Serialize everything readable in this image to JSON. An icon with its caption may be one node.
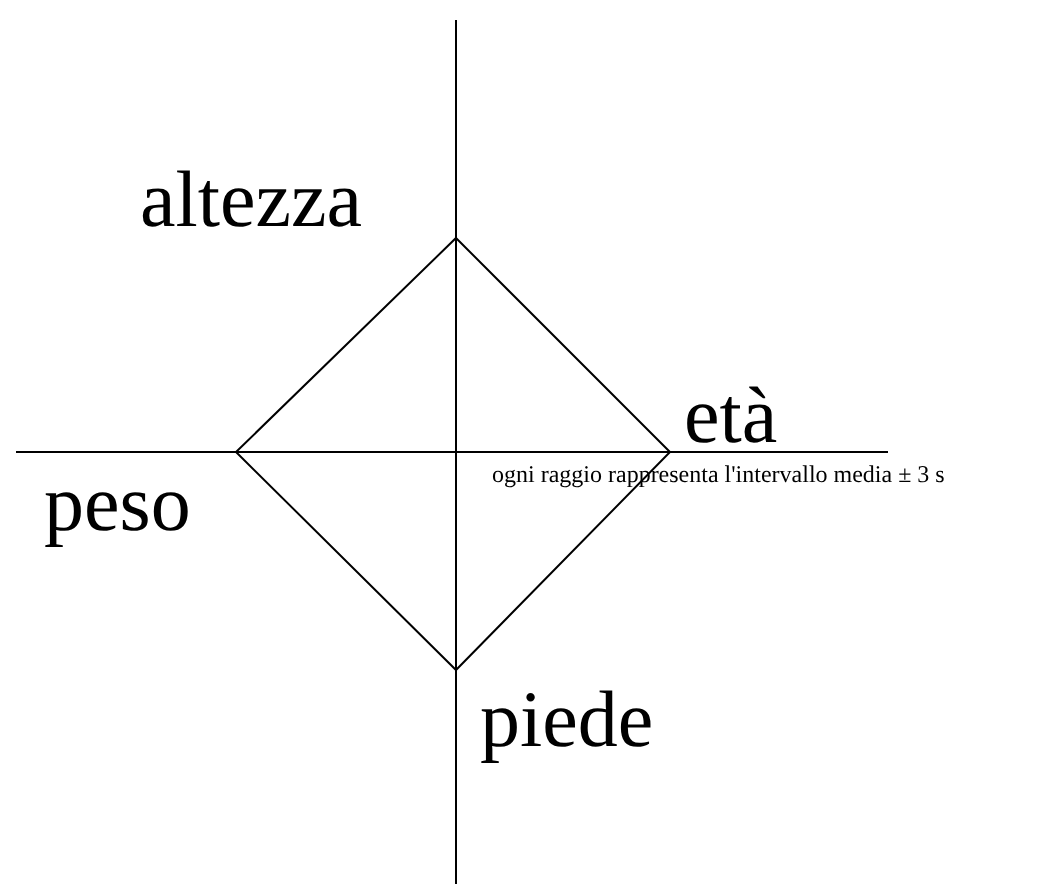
{
  "diagram": {
    "labels": [
      "altezza",
      "età",
      "peso",
      "piede",
      "ogni raggio rappresenta l'intervallo media ± 3 s"
    ]
  }
}
